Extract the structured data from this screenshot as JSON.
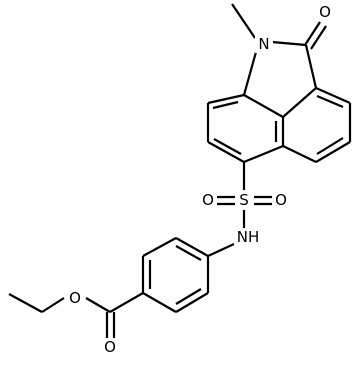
{
  "atoms": {
    "n_lactam": "N",
    "o_lactam": "O",
    "s_sulfonyl": "S",
    "o_sulfonyl_left": "O",
    "o_sulfonyl_right": "O",
    "nh_sulfonamide": "NH",
    "o_ester_single": "O",
    "o_ester_double": "O"
  },
  "colors": {
    "bond": "#000000",
    "text": "#000000",
    "background": "#ffffff"
  }
}
